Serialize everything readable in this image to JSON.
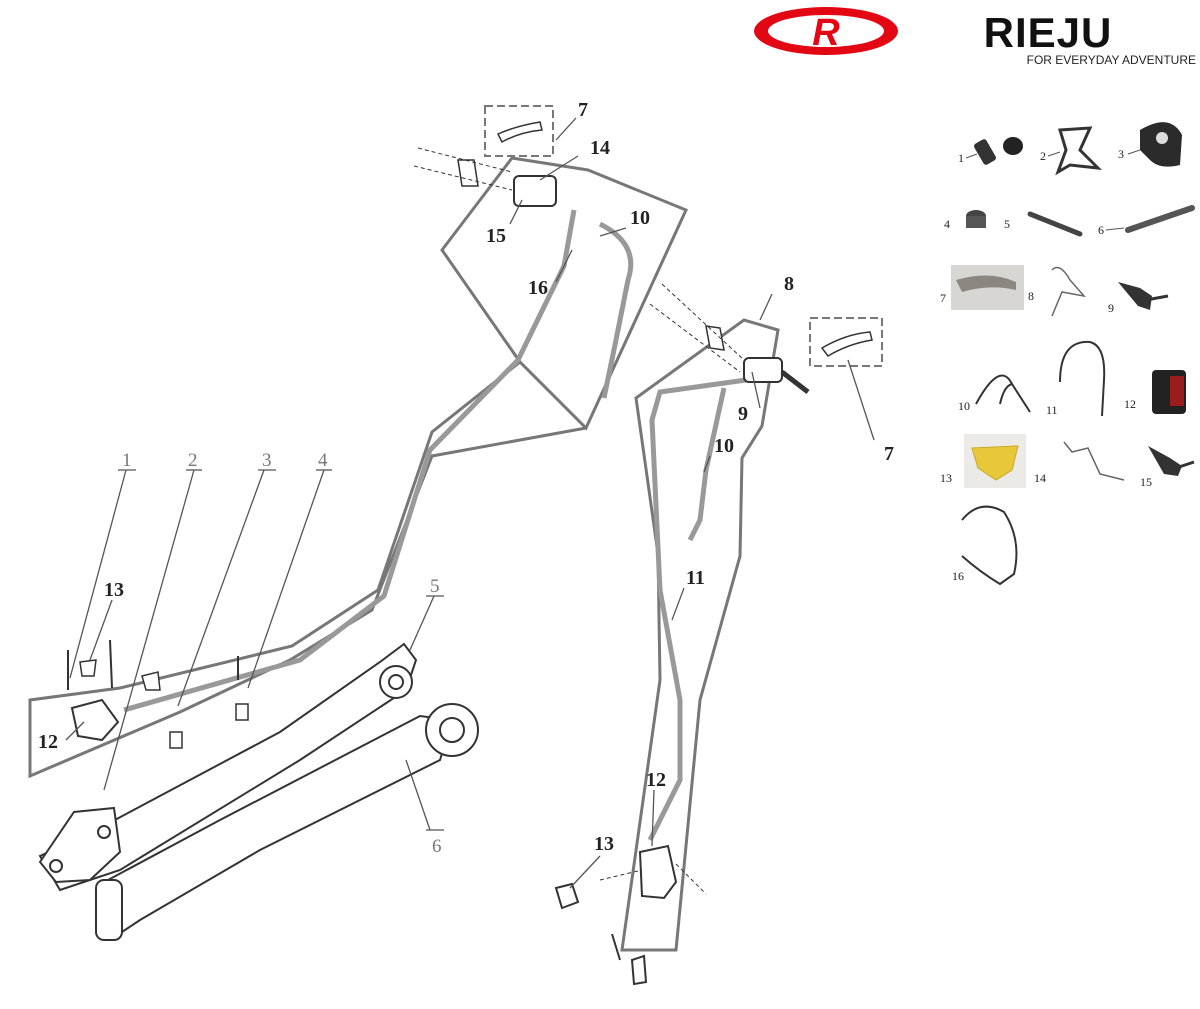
{
  "brand": {
    "name": "RIEJU",
    "tagline": "FOR EVERYDAY ADVENTURE",
    "logo_letter": "R",
    "red": "#e30613",
    "black": "#111111"
  },
  "callouts": {
    "c1": "1",
    "c2": "2",
    "c3": "3",
    "c4": "4",
    "c5": "5",
    "c6": "6",
    "c7a": "7",
    "c7b": "7",
    "c8": "8",
    "c9": "9",
    "c10a": "10",
    "c10b": "10",
    "c11": "11",
    "c12a": "12",
    "c12b": "12",
    "c13a": "13",
    "c13b": "13",
    "c14": "14",
    "c15": "15",
    "c16": "16"
  },
  "thumbnails": {
    "t1": "1",
    "t2": "2",
    "t3": "3",
    "t4": "4",
    "t5": "5",
    "t6": "6",
    "t7": "7",
    "t8": "8",
    "t9": "9",
    "t10": "10",
    "t11": "11",
    "t12": "12",
    "t13": "13",
    "t14": "14",
    "t15": "15",
    "t16": "16"
  },
  "colors": {
    "line": "#777777",
    "pad_yellow": "#e8c83a",
    "lever_grey": "#a9a39c"
  }
}
